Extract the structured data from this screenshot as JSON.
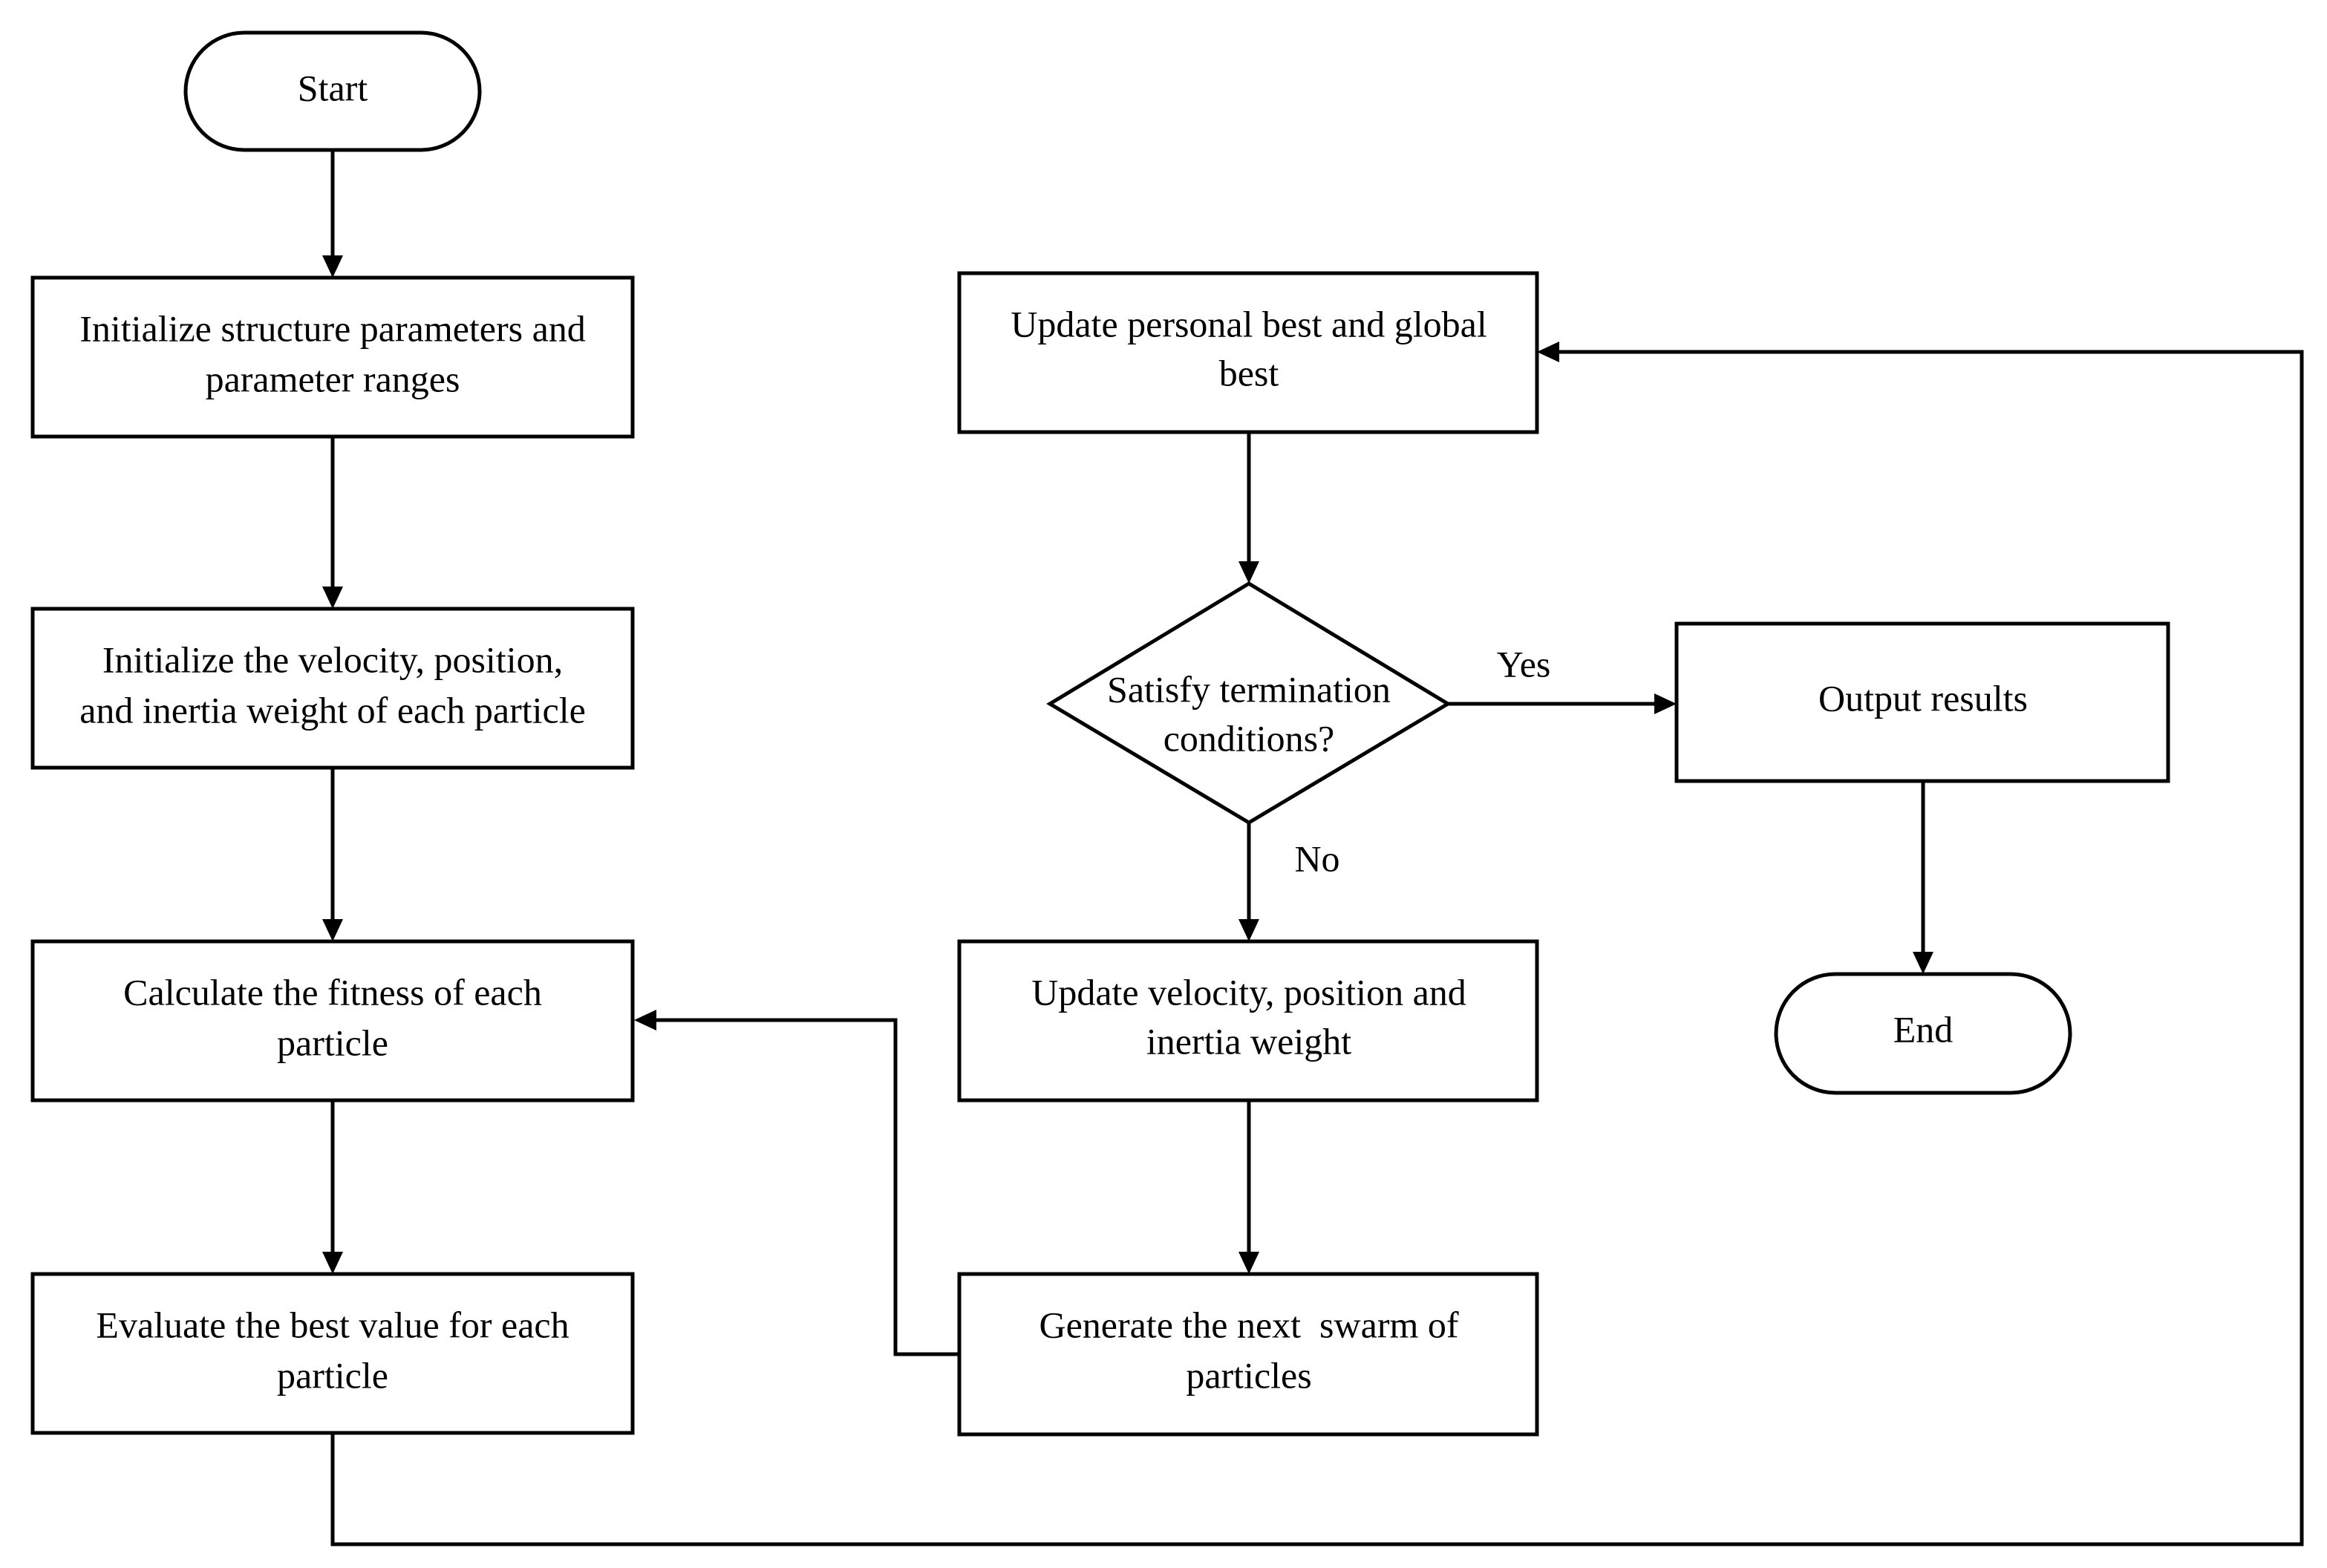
{
  "nodes": {
    "start": {
      "lines": [
        "Start"
      ]
    },
    "init_structure": {
      "lines": [
        "Initialize structure parameters and",
        "parameter ranges"
      ]
    },
    "init_velocity": {
      "lines": [
        "Initialize the velocity, position,",
        "and inertia weight of each particle"
      ]
    },
    "calc_fitness": {
      "lines": [
        "Calculate the fitness of each",
        "particle"
      ]
    },
    "evaluate_best": {
      "lines": [
        "Evaluate the best value for each",
        "particle"
      ]
    },
    "update_best": {
      "lines": [
        "Update personal best and global",
        "best"
      ]
    },
    "decision": {
      "lines": [
        "Satisfy termination",
        "conditions?"
      ]
    },
    "update_velocity": {
      "lines": [
        "Update velocity, position and",
        "inertia weight"
      ]
    },
    "generate_swarm": {
      "lines": [
        "Generate the next  swarm of",
        "particles"
      ]
    },
    "output": {
      "lines": [
        "Output results"
      ]
    },
    "end": {
      "lines": [
        "End"
      ]
    }
  },
  "edge_labels": {
    "yes": "Yes",
    "no": "No"
  }
}
